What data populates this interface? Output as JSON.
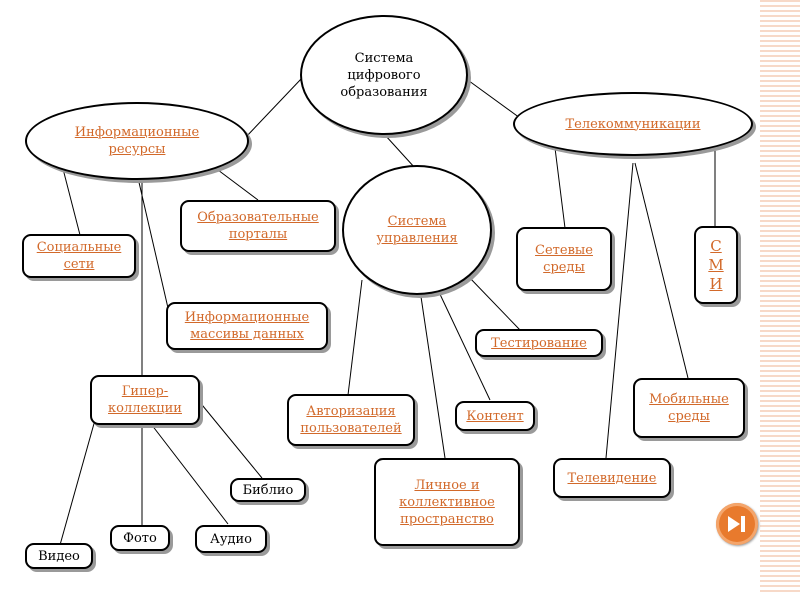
{
  "diagram": {
    "central": "Система цифрового образования",
    "info_resources": "Информационные ресурсы",
    "telecom": "Телекоммуникации",
    "management": "Система управления",
    "edu_portals": "Образовательные порталы",
    "social_nets": "Социальные сети",
    "info_arrays": "Информационные массивы данных",
    "hyper": "Гипер-коллекции",
    "biblio": "Библио",
    "video": "Видео",
    "photo": "Фото",
    "audio": "Аудио",
    "testing": "Тестирование",
    "auth": "Авторизация пользователей",
    "content": "Контент",
    "personal": "Личное и коллективное пространство",
    "network": "Сетевые среды",
    "smi": [
      "С",
      "М",
      "И"
    ],
    "mobile": "Мобильные среды",
    "tv": "Телевидение"
  },
  "colors": {
    "link": "#d2692a",
    "nav_button": "#e87a2d"
  },
  "icons": {
    "nav": "play-end-icon"
  }
}
